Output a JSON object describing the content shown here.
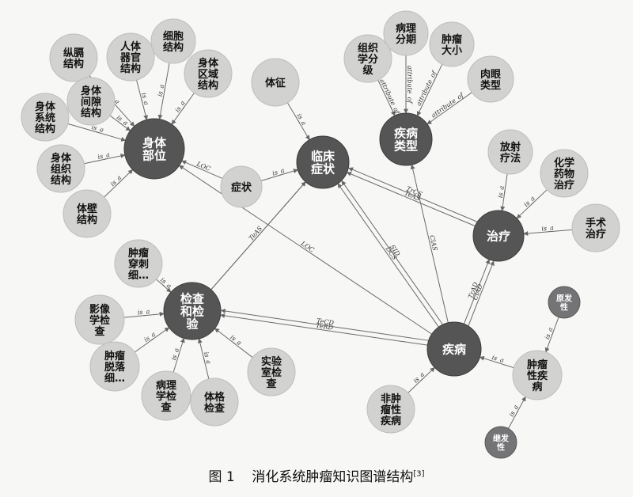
{
  "caption": {
    "fig": "图 1",
    "title": "消化系统肿瘤知识图谱结构",
    "ref": "[3]"
  },
  "nodes": {
    "body_part": "身体\n部位",
    "symptom_clinical": "临床\n症状",
    "disease_type": "疾病\n类型",
    "treatment": "治疗",
    "exam": "检查\n和检\n验",
    "disease": "疾病",
    "symptom": "症状",
    "sign": "体征",
    "bs1": "纵膈\n结构",
    "bs2": "人体\n器官\n结构",
    "bs3": "细胞\n结构",
    "bs4": "身体\n区域\n结构",
    "bs5": "身体\n间隙\n结构",
    "bs6": "身体\n系统\n结构",
    "bs7": "身体\n组织\n结构",
    "bs8": "体壁\n结构",
    "dt1": "组织\n学分\n级",
    "dt2": "病理\n分期",
    "dt3": "肿瘤\n大小",
    "dt4": "肉眼\n类型",
    "tr1": "放射\n疗法",
    "tr2": "化学\n药物\n治疗",
    "tr3": "手术\n治疗",
    "ex1": "肿瘤\n穿刺\n细…",
    "ex2": "影像\n学检\n查",
    "ex3": "肿瘤\n脱落\n细…",
    "ex4": "病理\n学检\n查",
    "ex5": "体格\n检查",
    "ex6": "实验\n室检\n查",
    "ds1": "非肿\n瘤性\n疾病",
    "ds2": "肿瘤\n性疾\n病",
    "ds3": "原发\n性",
    "ds4": "继发\n性"
  },
  "edges": {
    "is_a": "is_a",
    "attribute_of": "attribute_of",
    "loc": "LOC",
    "teas": "TeAS",
    "trcs": "TrCS",
    "dcs": "DCS",
    "sid": "SID",
    "clas": "ClAS",
    "terd": "TeRD",
    "tecd": "TeCD",
    "trad": "TrAD",
    "clad": "ClAD"
  }
}
